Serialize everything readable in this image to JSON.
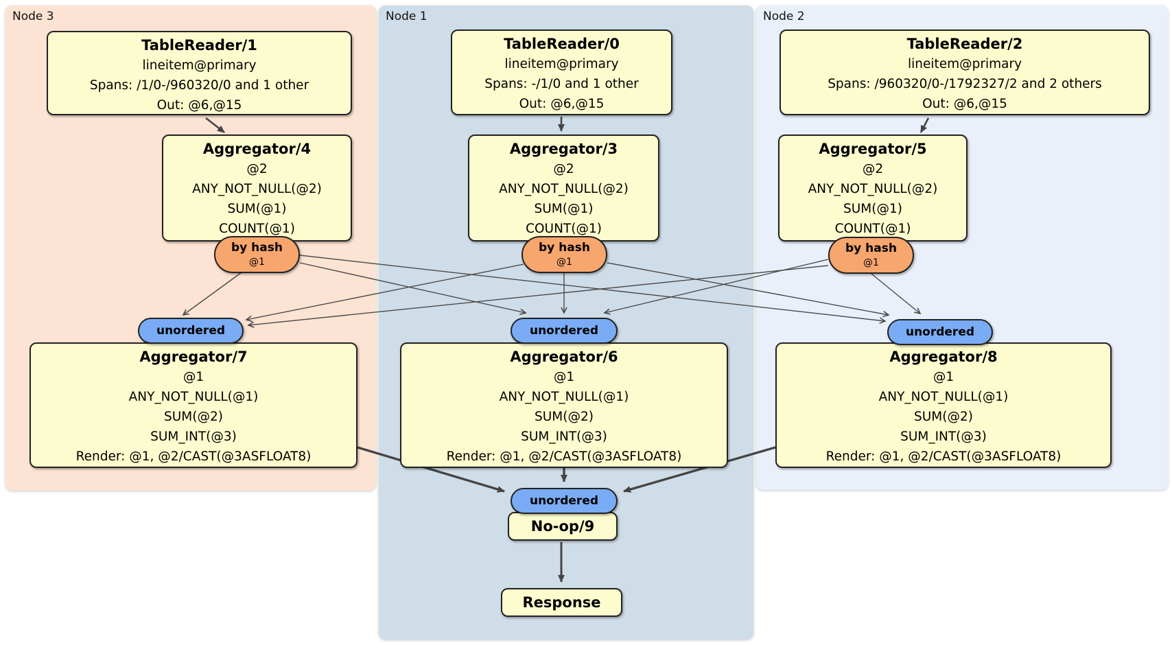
{
  "regions": [
    {
      "id": "node3",
      "label": "Node 3"
    },
    {
      "id": "node1",
      "label": "Node 1"
    },
    {
      "id": "node2",
      "label": "Node 2"
    }
  ],
  "processors": {
    "tr1": {
      "title": "TableReader/1",
      "lines": [
        "lineitem@primary",
        "Spans: /1/0-/960320/0 and 1 other",
        "Out: @6,@15"
      ]
    },
    "tr0": {
      "title": "TableReader/0",
      "lines": [
        "lineitem@primary",
        "Spans: -/1/0 and 1 other",
        "Out: @6,@15"
      ]
    },
    "tr2": {
      "title": "TableReader/2",
      "lines": [
        "lineitem@primary",
        "Spans: /960320/0-/1792327/2 and 2 others",
        "Out: @6,@15"
      ]
    },
    "agg4": {
      "title": "Aggregator/4",
      "lines": [
        "@2",
        "ANY_NOT_NULL(@2)",
        "SUM(@1)",
        "COUNT(@1)"
      ]
    },
    "agg3": {
      "title": "Aggregator/3",
      "lines": [
        "@2",
        "ANY_NOT_NULL(@2)",
        "SUM(@1)",
        "COUNT(@1)"
      ]
    },
    "agg5": {
      "title": "Aggregator/5",
      "lines": [
        "@2",
        "ANY_NOT_NULL(@2)",
        "SUM(@1)",
        "COUNT(@1)"
      ]
    },
    "agg7": {
      "title": "Aggregator/7",
      "lines": [
        "@1",
        "ANY_NOT_NULL(@1)",
        "SUM(@2)",
        "SUM_INT(@3)",
        "Render: @1, @2/CAST(@3ASFLOAT8)"
      ]
    },
    "agg6": {
      "title": "Aggregator/6",
      "lines": [
        "@1",
        "ANY_NOT_NULL(@1)",
        "SUM(@2)",
        "SUM_INT(@3)",
        "Render: @1, @2/CAST(@3ASFLOAT8)"
      ]
    },
    "agg8": {
      "title": "Aggregator/8",
      "lines": [
        "@1",
        "ANY_NOT_NULL(@1)",
        "SUM(@2)",
        "SUM_INT(@3)",
        "Render: @1, @2/CAST(@3ASFLOAT8)"
      ]
    },
    "noop9": {
      "title": "No-op/9",
      "lines": []
    },
    "response": {
      "title": "Response",
      "lines": []
    }
  },
  "routers": {
    "byhash3": {
      "label": "by hash",
      "detail": "@1"
    },
    "byhash1": {
      "label": "by hash",
      "detail": "@1"
    },
    "byhash2": {
      "label": "by hash",
      "detail": "@1"
    }
  },
  "syncs": {
    "unordered_left": {
      "label": "unordered"
    },
    "unordered_middle": {
      "label": "unordered"
    },
    "unordered_right": {
      "label": "unordered"
    },
    "unordered_bottom": {
      "label": "unordered"
    }
  },
  "colors": {
    "node3_bg": "#fce3d3",
    "node1_bg": "#cfdde8",
    "node2_bg": "#eaf0fa",
    "processor_fill": "#fdfcce",
    "router_fill": "#f7a66e",
    "sync_fill": "#7aacf5",
    "node_border": "#222222",
    "edge": "#4a4a4a"
  }
}
